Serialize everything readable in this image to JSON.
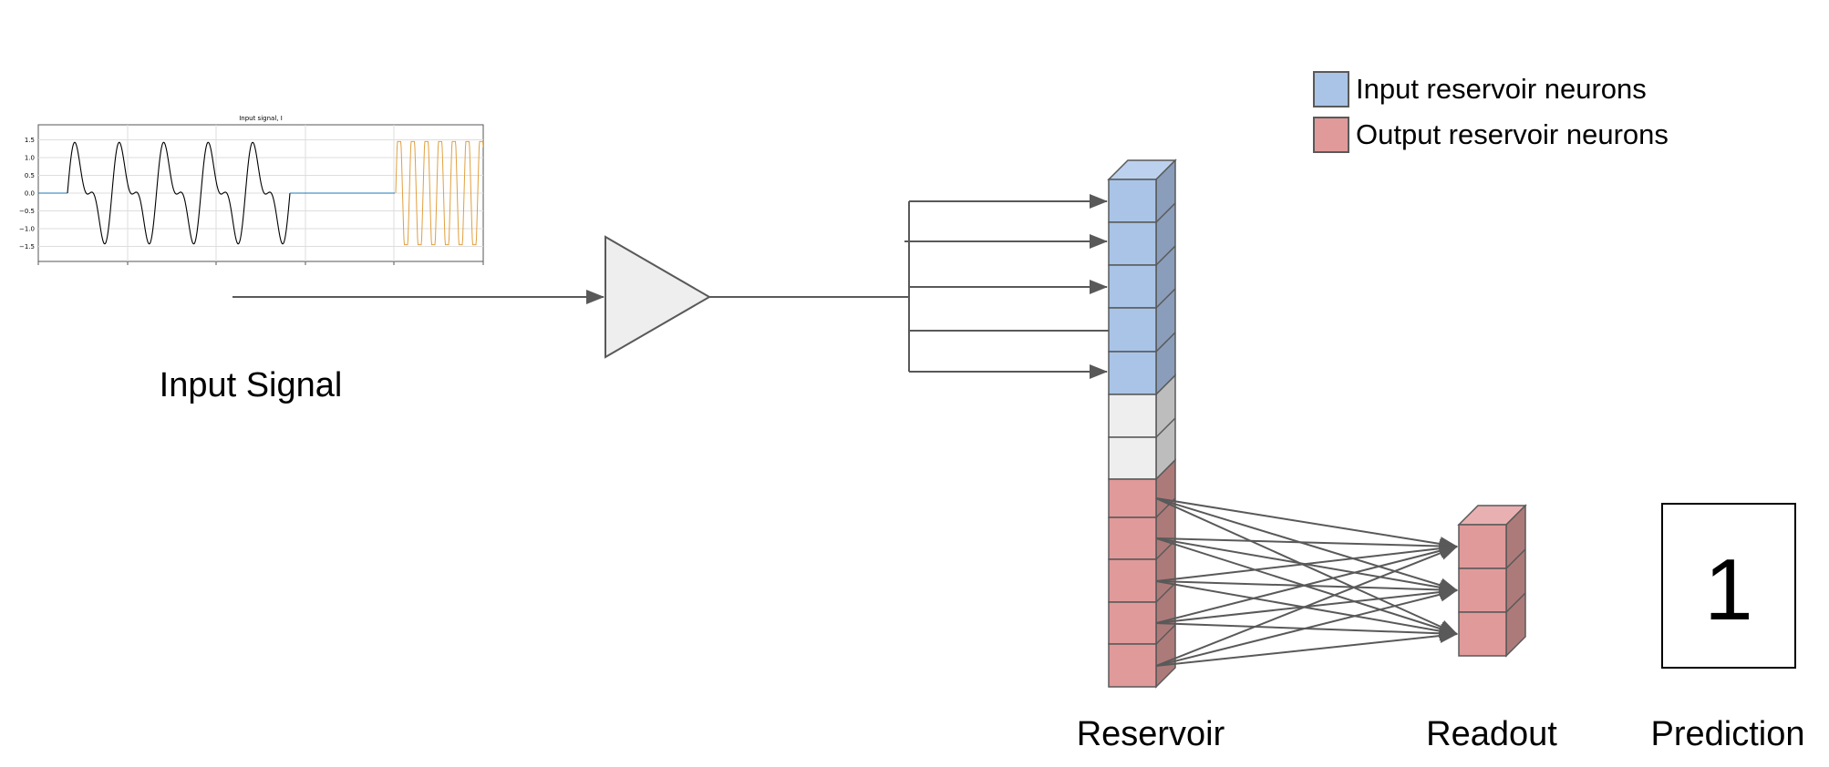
{
  "inset_plot": {
    "title": "Input signal, I",
    "ytick_labels": [
      "1.5",
      "1.0",
      "0.5",
      "0.0",
      "−0.5",
      "−1.0",
      "−1.5"
    ]
  },
  "labels": {
    "input_signal": "Input Signal",
    "reservoir": "Reservoir",
    "readout": "Readout",
    "prediction": "Prediction"
  },
  "prediction_value": "1",
  "legend": {
    "items": [
      {
        "label": "Input reservoir neurons",
        "color": "#a9c4e6"
      },
      {
        "label": "Output reservoir neurons",
        "color": "#e09a9a"
      }
    ]
  },
  "colors": {
    "input_neuron": "#a9c4e6",
    "hidden_neuron": "#eeeeee",
    "output_neuron": "#e09a9a",
    "amplifier": "#eeeeee",
    "line": "#595959",
    "signal_black": "#000000",
    "signal_blue": "#1f77b4",
    "signal_orange": "#e0a040"
  }
}
